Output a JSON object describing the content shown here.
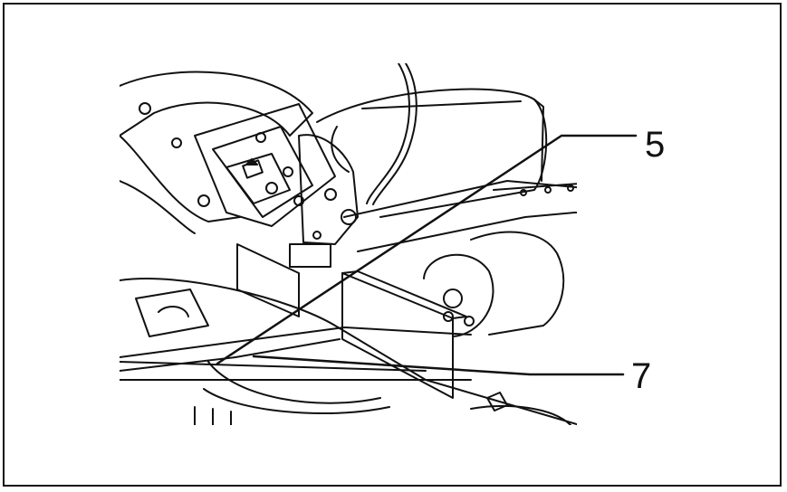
{
  "figure": {
    "callouts": [
      {
        "id": "5",
        "text": "5"
      },
      {
        "id": "7",
        "text": "7"
      }
    ],
    "colors": {
      "line": "#111111",
      "background": "#ffffff"
    }
  }
}
